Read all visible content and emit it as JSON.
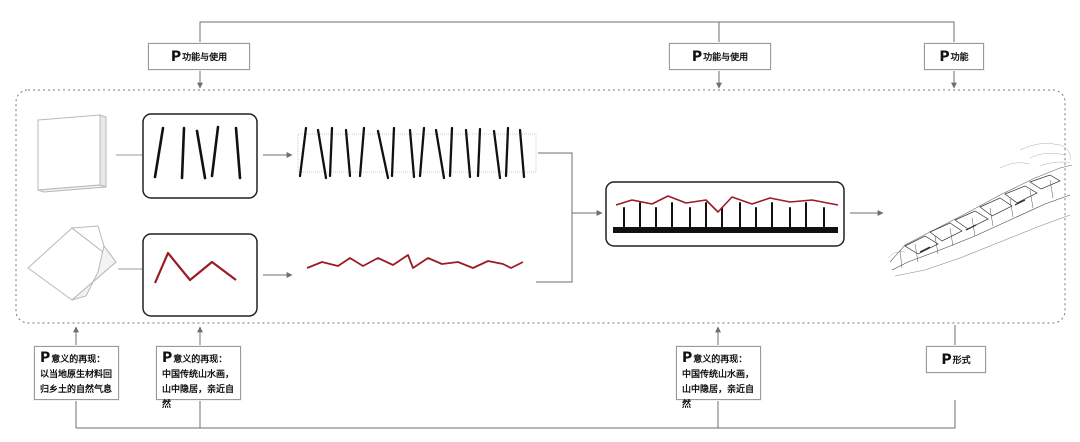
{
  "labels": {
    "top_1": {
      "p": "P",
      "text": "功能与使用"
    },
    "top_2": {
      "p": "P",
      "text": "功能与使用"
    },
    "top_3": {
      "p": "P",
      "text": "功能"
    },
    "bottom_1": {
      "p": "P",
      "text": "意义的再现：以当地原生材料回归乡土的自然气息"
    },
    "bottom_2": {
      "p": "P",
      "text": "意义的再现：中国传统山水画，山中隐居，亲近自然"
    },
    "bottom_3": {
      "p": "P",
      "text": "意义的再现：中国传统山水画，山中隐居，亲近自然"
    },
    "bottom_4": {
      "p": "P",
      "text": "形式"
    }
  },
  "colors": {
    "line": "#6f6f6f",
    "stroke_black": "#111111",
    "stroke_red": "#9b1c24",
    "frame": "#333333"
  },
  "icons": {
    "board": "flat-board-icon",
    "folded": "folded-board-icon",
    "sticks": "vertical-sticks-icon",
    "zigzag": "zigzag-icon",
    "composite": "composite-fence-icon",
    "sketch": "building-sketch-icon"
  }
}
